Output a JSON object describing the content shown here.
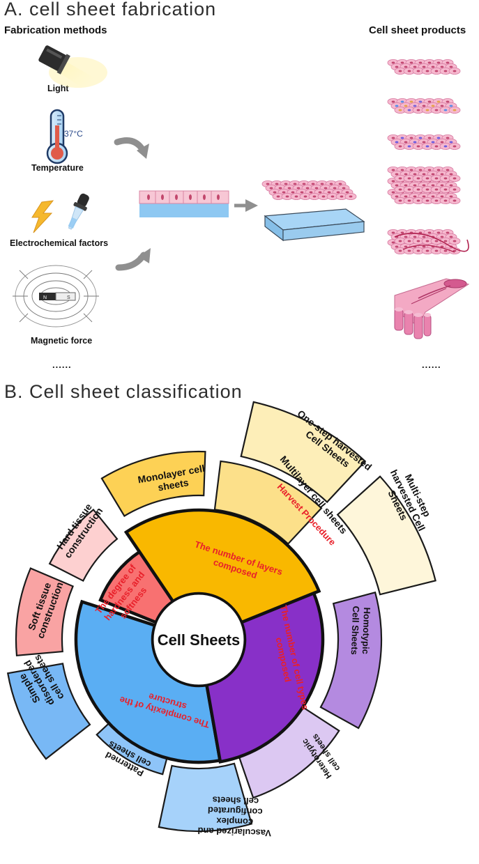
{
  "section_a": {
    "title": "A. cell sheet fabrication",
    "methods_header": "Fabrication methods",
    "products_header": "Cell sheet products",
    "methods": [
      "Light",
      "Temperature",
      "Electrochemical factors",
      "Magnetic force"
    ],
    "temperature_reading": "37°C",
    "magnet_poles": [
      "N",
      "S"
    ],
    "more_methods": "......",
    "more_products": "......"
  },
  "section_b": {
    "title": "B. Cell sheet classification",
    "center": "Cell Sheets",
    "categories": [
      {
        "label": "The number of layers composed",
        "color": "#f9b800"
      },
      {
        "label": "The degree of hardness and softness",
        "color": "#f87171"
      },
      {
        "label": "The complexity of the structure",
        "color": "#5aaef3"
      },
      {
        "label": "The number of cell types composed",
        "color": "#8830c8"
      }
    ],
    "harvest_procedure": "Harvest Procedure",
    "subtypes": [
      {
        "label": "Monolayer cell sheets",
        "color": "#fdd155"
      },
      {
        "label": "Multilayer cell sheets",
        "color": "#fce08a"
      },
      {
        "label": "One-step harvested Cell Sheets",
        "color": "#fdeeb8"
      },
      {
        "label": "Multi-step harvested Cell Sheets",
        "color": "#fef6da"
      },
      {
        "label": "Homotypic Cell Sheets",
        "color": "#b48ae0"
      },
      {
        "label": "Heterotypic cell sheets",
        "color": "#dcc8f2"
      },
      {
        "label": "Vascularized and complex configurated cell sheets",
        "color": "#a6d2fa"
      },
      {
        "label": "Patterned cell sheets",
        "color": "#8ec4f8"
      },
      {
        "label": "Simple disordered cell sheets",
        "color": "#78b8f5"
      },
      {
        "label": "Soft tissue construction",
        "color": "#f9a3a3"
      },
      {
        "label": "Hard tissue construction",
        "color": "#fdd0d0"
      }
    ]
  }
}
